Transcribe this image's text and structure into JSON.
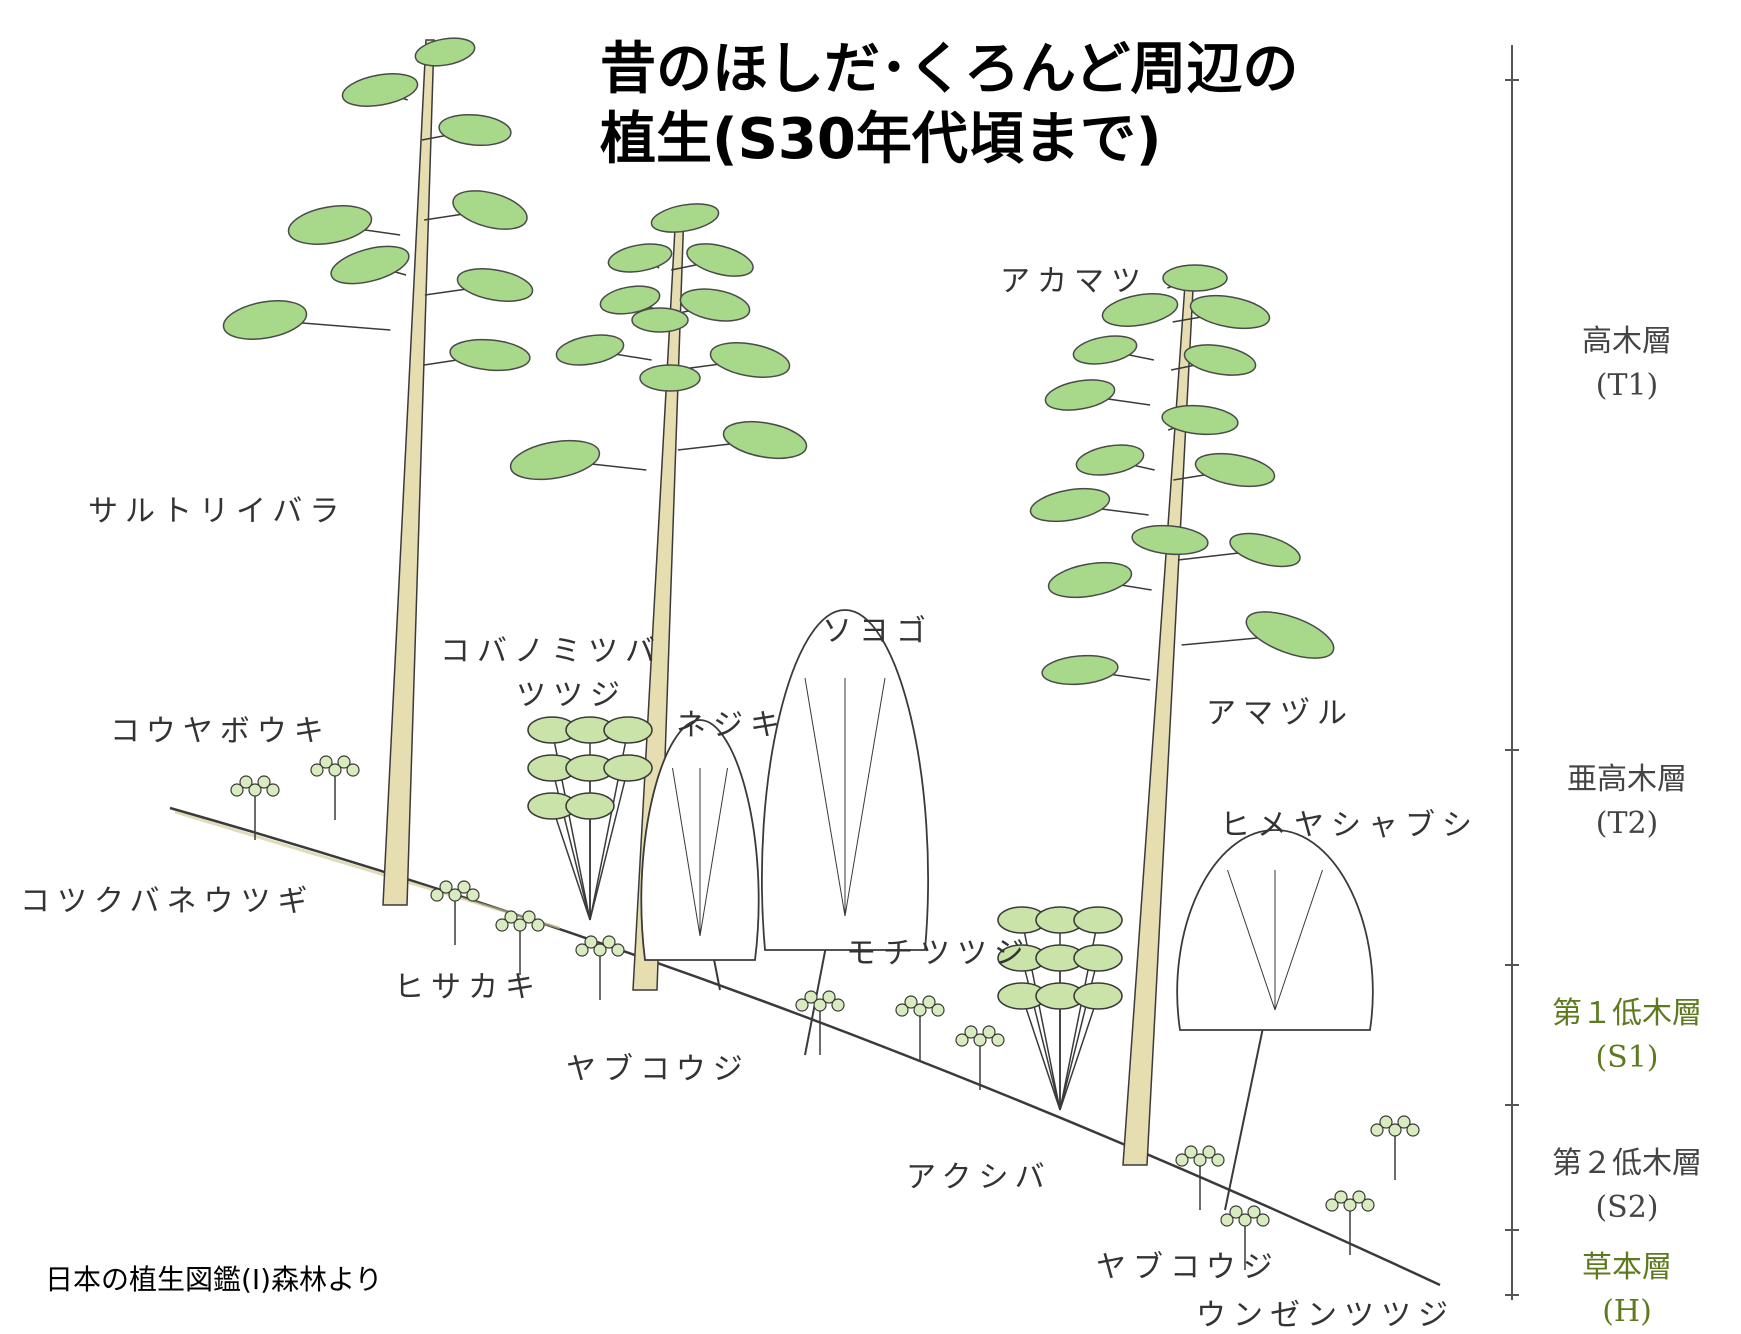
{
  "title": {
    "line1": "昔のほしだ･くろんど周辺の",
    "line2": "植生(S30年代頃まで)"
  },
  "plants": {
    "akamatsu": "アカマツ",
    "sarutoriibara": "サルトリイバラ",
    "kobanomitsuba1": "コバノミツバ",
    "kobanomitsuba2": "ツツジ",
    "soyogo": "ソヨゴ",
    "nejiki": "ネジキ",
    "amazuru": "アマヅル",
    "kouyabouki": "コウヤボウキ",
    "himeyashabushi": "ヒメヤシャブシ",
    "kotsukubaneutsugi": "コツクバネウツギ",
    "mochitsutsuji": "モチツツジ",
    "hisakaki": "ヒサカキ",
    "yabukouji1": "ヤブコウジ",
    "akushiba": "アクシバ",
    "yabukouji2": "ヤブコウジ",
    "unzentsutsuji": "ウンゼンツツジ"
  },
  "layers": {
    "t1_name": "高木層",
    "t1_code": "(T1)",
    "t2_name": "亜高木層",
    "t2_code": "(T2)",
    "s1_name": "第１低木層",
    "s1_code": "(S1)",
    "s2_name": "第２低木層",
    "s2_code": "(S2)",
    "h_name": "草本層",
    "h_code": "(H)"
  },
  "source": "日本の植生図鑑(Ⅰ)森林より",
  "colors": {
    "leaf": "#a8d88a",
    "leaf_stroke": "#4a4a4a",
    "trunk": "#e6ddb0",
    "line": "#3a3a3a",
    "layer_green": "#5d7a1f"
  }
}
